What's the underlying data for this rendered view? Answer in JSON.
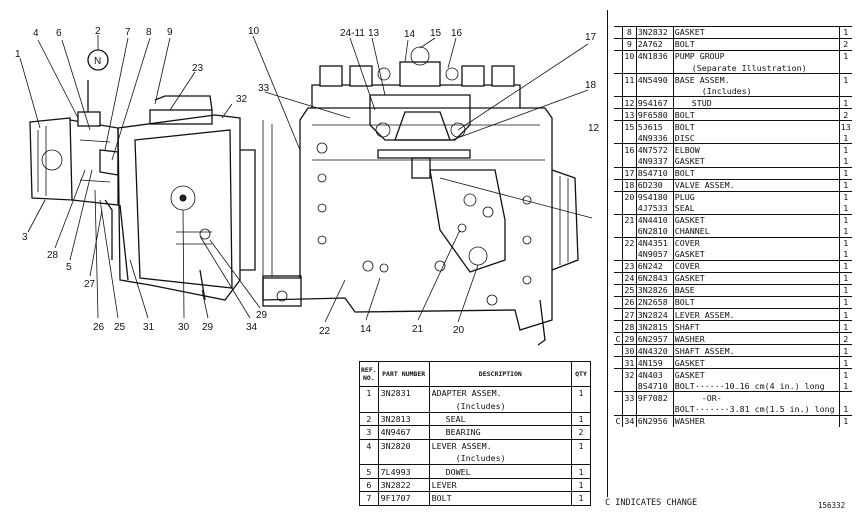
{
  "diagram": {
    "callouts": [
      "1",
      "2",
      "3",
      "4",
      "5",
      "6",
      "7",
      "8",
      "9",
      "10",
      "11",
      "12",
      "13",
      "14",
      "15",
      "16",
      "17",
      "18",
      "20",
      "21",
      "22",
      "23",
      "24-11",
      "25",
      "26",
      "27",
      "28",
      "29",
      "29",
      "30",
      "31",
      "32",
      "33",
      "34",
      "14"
    ],
    "bubble_label": "N"
  },
  "right_table": {
    "rows": [
      {
        "c": "",
        "ref": "8",
        "part": "3N2832",
        "desc": "GASKET",
        "qty": "1"
      },
      {
        "c": "",
        "ref": "9",
        "part": "2A762",
        "desc": "BOLT",
        "qty": "2"
      },
      {
        "c": "",
        "ref": "10",
        "part": "4N1836",
        "desc": "PUMP GROUP",
        "qty": "1"
      },
      {
        "c": "",
        "ref": "",
        "part": "",
        "desc": "(Separate Illustration)",
        "qty": "",
        "indent": true
      },
      {
        "c": "",
        "ref": "11",
        "part": "4N5490",
        "desc": "BASE ASSEM.",
        "qty": "1"
      },
      {
        "c": "",
        "ref": "",
        "part": "",
        "desc": "(Includes)",
        "qty": "",
        "indent2": true
      },
      {
        "c": "",
        "ref": "12",
        "part": "9S4167",
        "desc": "STUD",
        "qty": "1",
        "indent": true
      },
      {
        "c": "",
        "ref": "13",
        "part": "9F6580",
        "desc": "BOLT",
        "qty": "2"
      },
      {
        "c": "",
        "ref": "15",
        "part": "5J615",
        "desc": "BOLT",
        "qty": "13"
      },
      {
        "c": "",
        "ref": "",
        "part": "4N9336",
        "desc": "DISC",
        "qty": "1"
      },
      {
        "c": "",
        "ref": "16",
        "part": "4N7572",
        "desc": "ELBOW",
        "qty": "1"
      },
      {
        "c": "",
        "ref": "",
        "part": "4N9337",
        "desc": "GASKET",
        "qty": "1"
      },
      {
        "c": "",
        "ref": "17",
        "part": "8S4710",
        "desc": "BOLT",
        "qty": "1"
      },
      {
        "c": "",
        "ref": "18",
        "part": "6D230",
        "desc": "VALVE ASSEM.",
        "qty": "1"
      },
      {
        "c": "",
        "ref": "20",
        "part": "9S4180",
        "desc": "PLUG",
        "qty": "1"
      },
      {
        "c": "",
        "ref": "",
        "part": "4J7533",
        "desc": "SEAL",
        "qty": "1"
      },
      {
        "c": "",
        "ref": "21",
        "part": "4N4410",
        "desc": "GASKET",
        "qty": "1"
      },
      {
        "c": "",
        "ref": "",
        "part": "6N2810",
        "desc": "CHANNEL",
        "qty": "1"
      },
      {
        "c": "",
        "ref": "22",
        "part": "4N4351",
        "desc": "COVER",
        "qty": "1"
      },
      {
        "c": "",
        "ref": "",
        "part": "4N9057",
        "desc": "GASKET",
        "qty": "1"
      },
      {
        "c": "",
        "ref": "23",
        "part": "6N242",
        "desc": "COVER",
        "qty": "1"
      },
      {
        "c": "",
        "ref": "24",
        "part": "6N2843",
        "desc": "GASKET",
        "qty": "1"
      },
      {
        "c": "",
        "ref": "25",
        "part": "3N2826",
        "desc": "BASE",
        "qty": "1"
      },
      {
        "c": "",
        "ref": "26",
        "part": "2N2658",
        "desc": "BOLT",
        "qty": "1"
      },
      {
        "c": "",
        "ref": "27",
        "part": "3N2824",
        "desc": "LEVER ASSEM.",
        "qty": "1"
      },
      {
        "c": "",
        "ref": "28",
        "part": "3N2815",
        "desc": "SHAFT",
        "qty": "1"
      },
      {
        "c": "C",
        "ref": "29",
        "part": "6N2957",
        "desc": "WASHER",
        "qty": "2"
      },
      {
        "c": "",
        "ref": "30",
        "part": "4N4320",
        "desc": "SHAFT ASSEM.",
        "qty": "1"
      },
      {
        "c": "",
        "ref": "31",
        "part": "4N159",
        "desc": "GASKET",
        "qty": "1"
      },
      {
        "c": "",
        "ref": "32",
        "part": "4N403",
        "desc": "GASKET",
        "qty": "1"
      },
      {
        "c": "",
        "ref": "",
        "part": "8S4710",
        "desc": "BOLT······10.16 cm(4 in.) long",
        "qty": "1"
      },
      {
        "c": "",
        "ref": "33",
        "part": "9F7082",
        "desc": "-OR-",
        "qty": "",
        "indent2": true
      },
      {
        "c": "",
        "ref": "",
        "part": "",
        "desc": "BOLT·······3.81 cm(1.5 in.) long",
        "qty": "1"
      },
      {
        "c": "C",
        "ref": "34",
        "part": "6N2956",
        "desc": "WASHER",
        "qty": "1"
      }
    ]
  },
  "bottom_table": {
    "headers": {
      "ref": "REF. NO.",
      "part": "PART NUMBER",
      "desc": "DESCRIPTION",
      "qty": "QTY"
    },
    "rows": [
      {
        "ref": "1",
        "part": "3N2831",
        "desc": "ADAPTER ASSEM.",
        "qty": "1"
      },
      {
        "ref": "",
        "part": "",
        "desc": "(Includes)",
        "qty": "",
        "indent2": true
      },
      {
        "ref": "2",
        "part": "3N2813",
        "desc": "SEAL",
        "qty": "1",
        "indent": true
      },
      {
        "ref": "3",
        "part": "4N9467",
        "desc": "BEARING",
        "qty": "2",
        "indent": true
      },
      {
        "ref": "4",
        "part": "3N2820",
        "desc": "LEVER ASSEM.",
        "qty": "1"
      },
      {
        "ref": "",
        "part": "",
        "desc": "(Includes)",
        "qty": "",
        "indent2": true
      },
      {
        "ref": "5",
        "part": "7L4993",
        "desc": "DOWEL",
        "qty": "1",
        "indent": true
      },
      {
        "ref": "6",
        "part": "3N2822",
        "desc": "LEVER",
        "qty": "1"
      },
      {
        "ref": "7",
        "part": "9F1707",
        "desc": "BOLT",
        "qty": "1"
      }
    ]
  },
  "footer": {
    "change_note": "C INDICATES CHANGE",
    "figure_number": "156332"
  }
}
